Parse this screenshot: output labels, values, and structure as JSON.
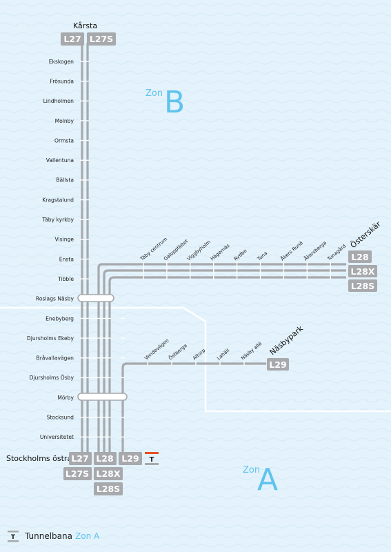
{
  "colors": {
    "background": "#e3f2fb",
    "water_texture": "#d4eaf7",
    "track": "#a7a9ac",
    "badge": "#a7a9ac",
    "badge_text": "#ffffff",
    "zone_text": "#5fc3ee",
    "zone_border": "#ffffff",
    "metro_accent": "#e8502a"
  },
  "termini": {
    "north": "Kårsta",
    "south": "Stockholms östra",
    "osterskar": "Österskär",
    "nasbypark": "Näsbypark"
  },
  "badges": {
    "karsta": [
      "L27",
      "L27S"
    ],
    "stockholm_l27": [
      "L27",
      "L27S"
    ],
    "stockholm_l28": [
      "L28",
      "L28X",
      "L28S"
    ],
    "stockholm_l29": "L29",
    "osterskar": [
      "L28",
      "L28X",
      "L28S"
    ],
    "nasbypark": "L29"
  },
  "stations_main": [
    "Ekskogen",
    "Frösunda",
    "Lindholmen",
    "Molnby",
    "Ormsta",
    "Vallentuna",
    "Bällsta",
    "Kragstalund",
    "Täby kyrkby",
    "Visinge",
    "Ensta",
    "Tibble",
    "Roslags Näsby",
    "Enebyberg",
    "Djursholms Ekeby",
    "Bråvallavägen",
    "Djursholms Ösby",
    "Mörby",
    "Stocksund",
    "Universitetet"
  ],
  "stations_osterskar": [
    "Täby centrum",
    "Galoppfältet",
    "Viggbyholm",
    "Hägernäs",
    "Rydbo",
    "Tuna",
    "Åkers Runö",
    "Åkersberga",
    "Tunagård"
  ],
  "stations_nasbypark": [
    "Vendevägen",
    "Östberga",
    "Altorp",
    "Lahäll",
    "Näsby allé"
  ],
  "zones": {
    "b_prefix": "Zon",
    "b_letter": "B",
    "a_prefix": "Zon",
    "a_letter": "A"
  },
  "metro_symbol": "T",
  "legend": {
    "metro_label": "Tunnelbana",
    "zone_label": "Zon A",
    "icon": "metro-icon"
  }
}
